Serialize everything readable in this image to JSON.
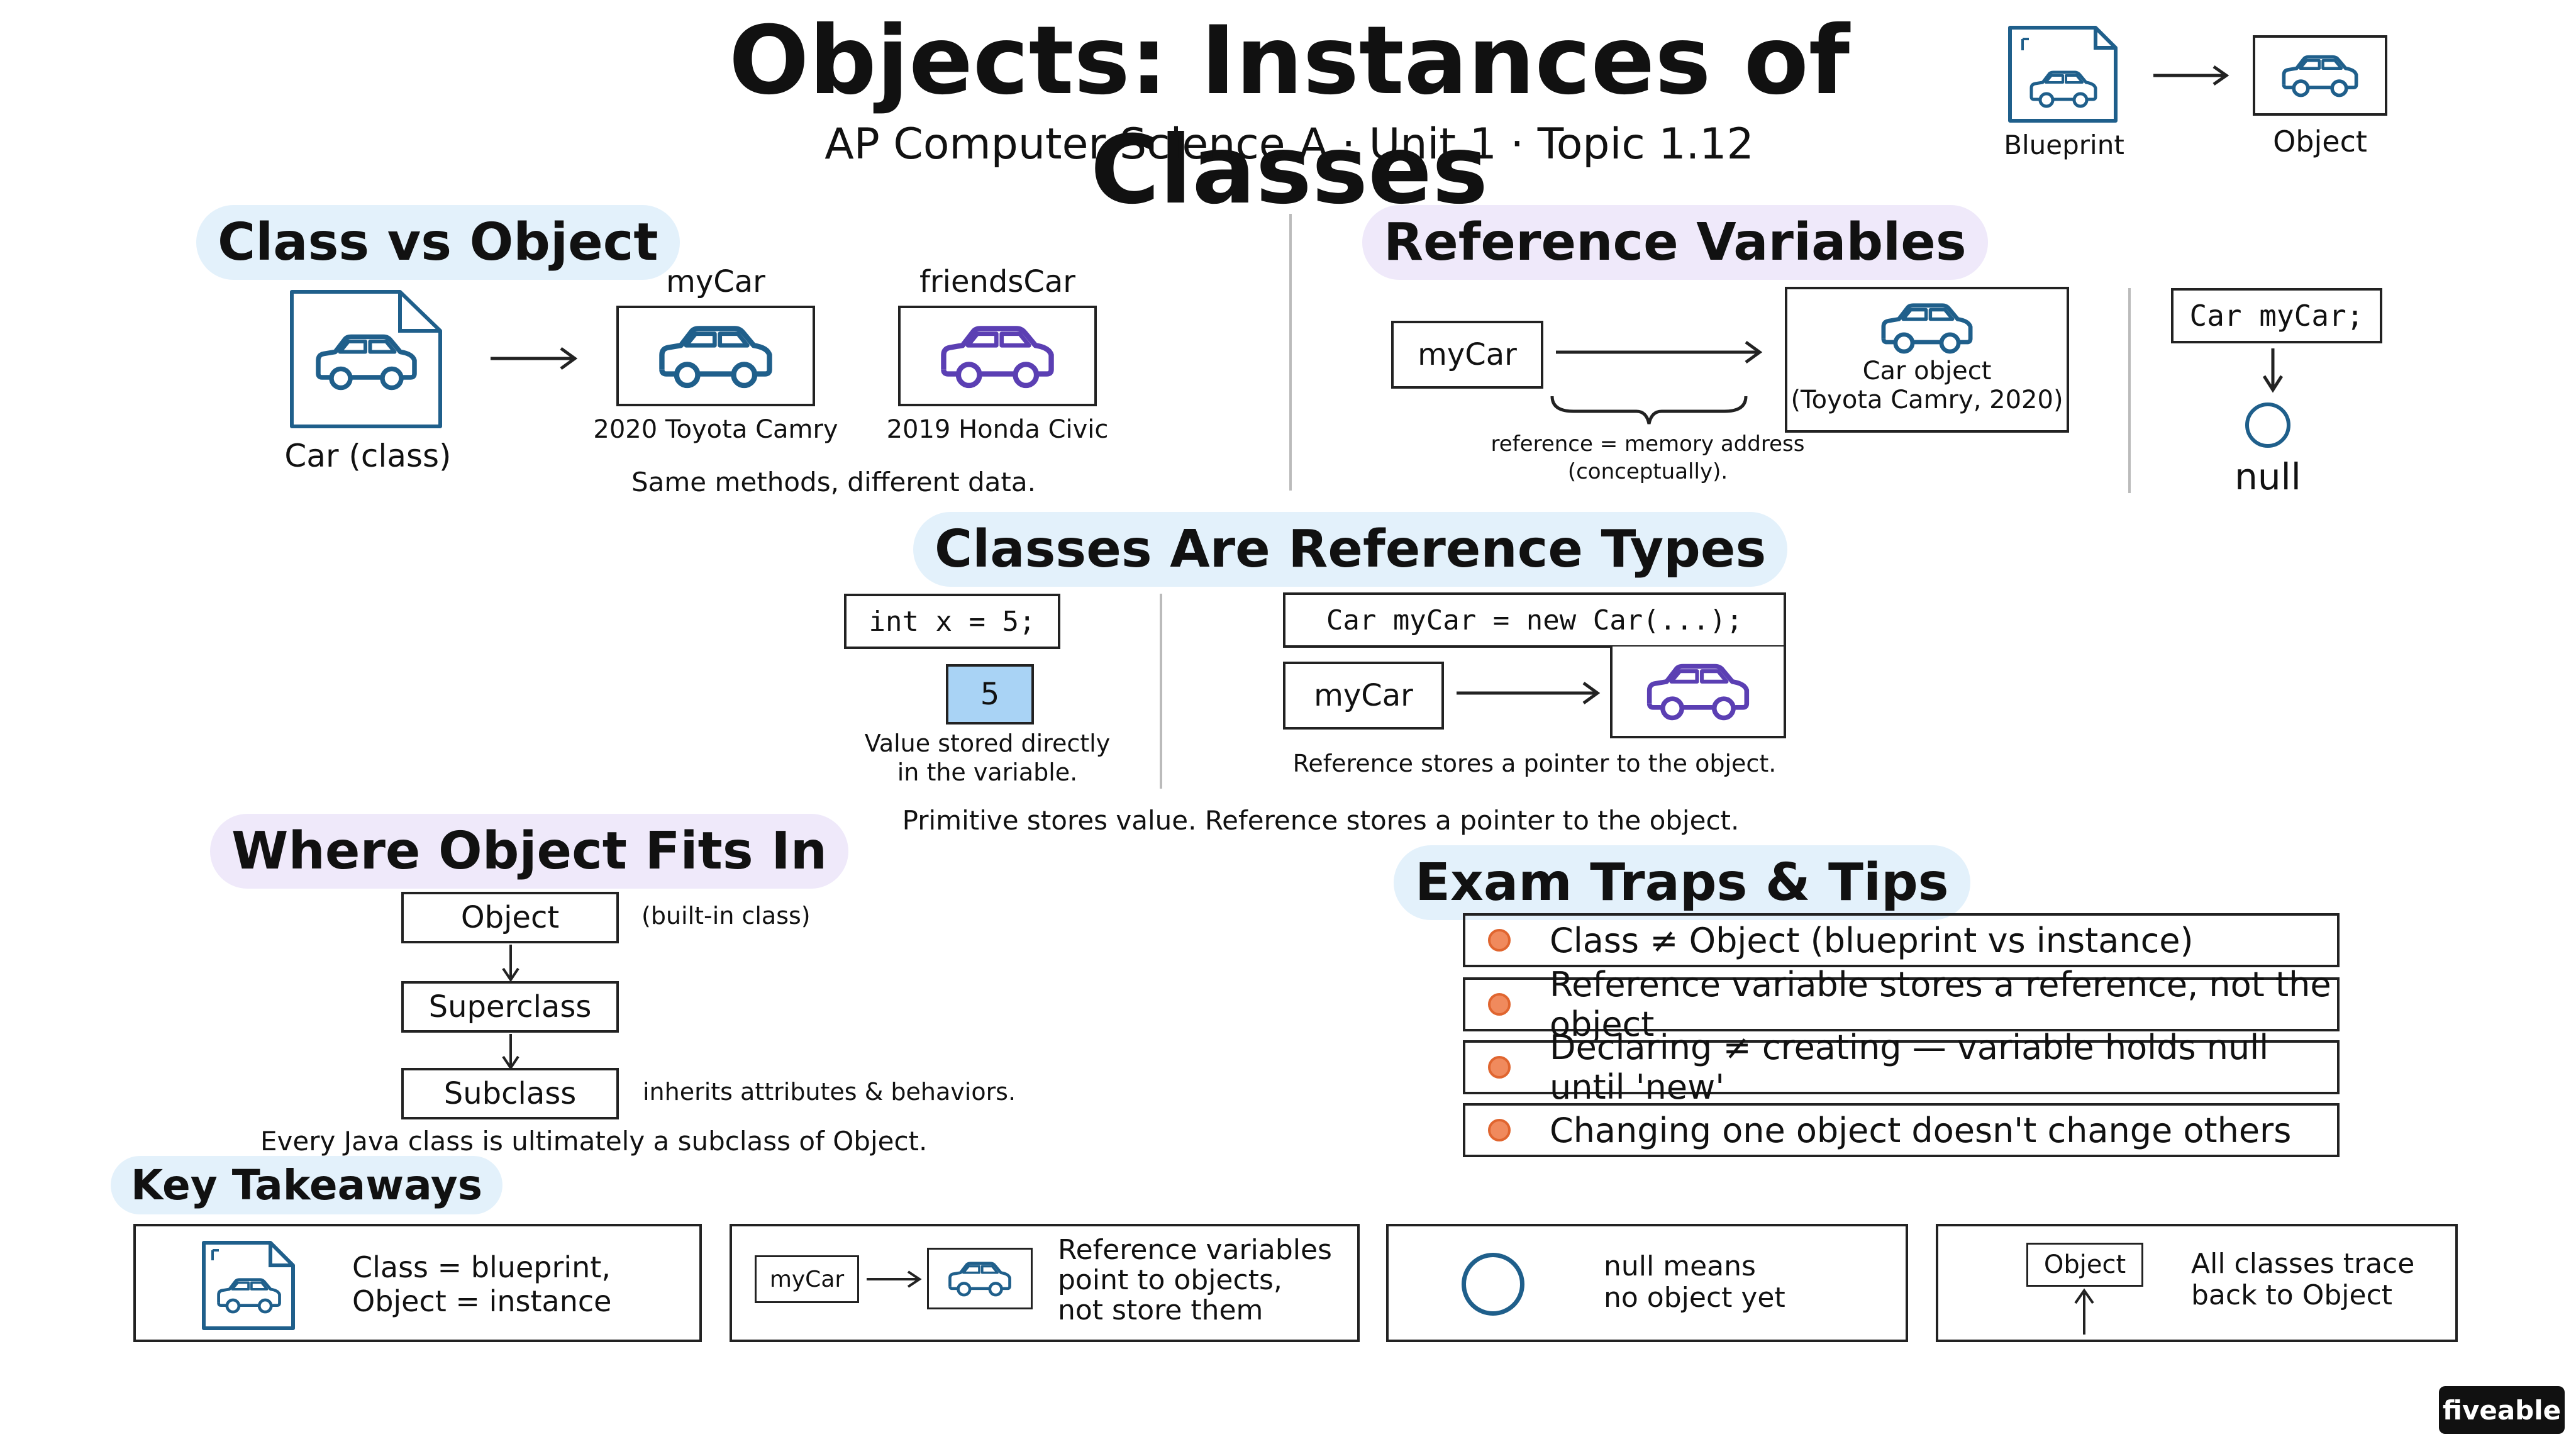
{
  "header": {
    "title": "Objects: Instances of Classes",
    "subtitle": "AP Computer Science A · Unit 1 · Topic 1.12",
    "icon_left_label": "Blueprint",
    "icon_right_label": "Object"
  },
  "class_vs_object": {
    "heading": "Class vs Object",
    "class_label": "Car (class)",
    "obj1_name": "myCar",
    "obj1_caption": "2020 Toyota Camry",
    "obj2_name": "friendsCar",
    "obj2_caption": "2019 Honda Civic",
    "note": "Same methods, different data."
  },
  "reference_variables": {
    "heading": "Reference Variables",
    "var_label": "myCar",
    "object_line1": "Car object",
    "object_line2": "(Toyota Camry, 2020)",
    "brace_line1": "reference = memory address",
    "brace_line2": "(conceptually).",
    "decl_code": "Car myCar;",
    "null_label": "null"
  },
  "reference_types": {
    "heading": "Classes Are Reference Types",
    "primitive_code": "int x = 5;",
    "primitive_value": "5",
    "primitive_caption_line1": "Value stored directly",
    "primitive_caption_line2": "in the variable.",
    "ref_code": "Car myCar = new Car(...);",
    "ref_var": "myCar",
    "ref_caption": "Reference stores a pointer to the object.",
    "summary": "Primitive stores value. Reference stores a pointer to the object."
  },
  "hierarchy": {
    "heading": "Where Object Fits In",
    "levels": [
      "Object",
      "Superclass",
      "Subclass"
    ],
    "object_note": "(built-in class)",
    "subclass_note": "inherits attributes & behaviors.",
    "footer": "Every Java class is ultimately a subclass of Object."
  },
  "exam_tips": {
    "heading": "Exam Traps & Tips",
    "items": [
      "Class ≠ Object (blueprint vs instance)",
      "Reference variable stores a reference, not the object",
      "Declaring ≠ creating — variable holds null until 'new'",
      "Changing one object doesn't change others"
    ]
  },
  "takeaways": {
    "heading": "Key Takeaways",
    "card1_line1": "Class = blueprint,",
    "card1_line2": "Object = instance",
    "card2_var": "myCar",
    "card2_line1": "Reference variables",
    "card2_line2": "point to objects,",
    "card2_line3": "not store them",
    "card3_line1": "null means",
    "card3_line2": "no object yet",
    "card4_box": "Object",
    "card4_line1": "All classes trace",
    "card4_line2": "back to Object"
  },
  "brand": {
    "logo": "fiveable"
  },
  "colors": {
    "car_blue": "#1f5f8b",
    "car_purple": "#5b3fb3",
    "pill_blue": "#e3f1fb",
    "pill_purple": "#efe9fa",
    "value_fill": "#a9d3f5",
    "tip_dot": "#f08a5d"
  }
}
